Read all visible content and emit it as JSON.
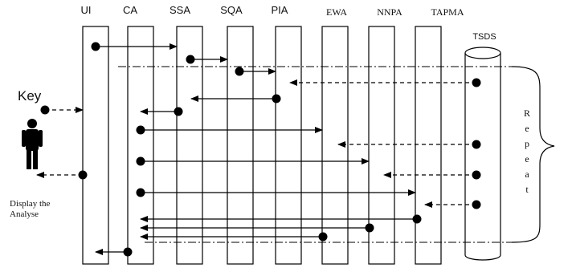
{
  "lifelines": [
    {
      "id": "ui",
      "label": "UI"
    },
    {
      "id": "ca",
      "label": "CA"
    },
    {
      "id": "ssa",
      "label": "SSA"
    },
    {
      "id": "sqa",
      "label": "SQA"
    },
    {
      "id": "pia",
      "label": "PIA"
    },
    {
      "id": "ewa",
      "label": "EWA"
    },
    {
      "id": "nnpa",
      "label": "NNPA"
    },
    {
      "id": "tapma",
      "label": "TAPMA"
    }
  ],
  "datastore": {
    "label": "TSDS"
  },
  "key": {
    "label": "Key"
  },
  "output_label_lines": [
    "Display the",
    "Analyse"
  ],
  "repeat": {
    "letters": [
      "R",
      "e",
      "p",
      "e",
      "a",
      "t"
    ]
  },
  "messages": [
    {
      "from": "ui",
      "to": "ssa",
      "style": "solid"
    },
    {
      "from": "ssa",
      "to": "sqa",
      "style": "solid"
    },
    {
      "from": "sqa",
      "to": "pia",
      "style": "solid"
    },
    {
      "from": "tsds",
      "to": "pia",
      "style": "dashed"
    },
    {
      "from": "pia",
      "to": "ssa",
      "style": "solid"
    },
    {
      "from": "key",
      "to": "ui",
      "style": "dashed"
    },
    {
      "from": "ssa",
      "to": "ca",
      "style": "solid"
    },
    {
      "from": "ca",
      "to": "ewa",
      "style": "solid"
    },
    {
      "from": "tsds",
      "to": "ewa",
      "style": "dashed"
    },
    {
      "from": "ca",
      "to": "nnpa",
      "style": "solid"
    },
    {
      "from": "tsds",
      "to": "nnpa",
      "style": "dashed"
    },
    {
      "from": "ui",
      "to": "key",
      "style": "dashed"
    },
    {
      "from": "ca",
      "to": "tapma",
      "style": "solid"
    },
    {
      "from": "tsds",
      "to": "tapma",
      "style": "dashed"
    },
    {
      "from": "tapma",
      "to": "ca",
      "style": "solid"
    },
    {
      "from": "nnpa",
      "to": "ca",
      "style": "solid"
    },
    {
      "from": "ewa",
      "to": "ca",
      "style": "solid"
    },
    {
      "from": "ca",
      "to": "ui",
      "style": "solid"
    }
  ]
}
